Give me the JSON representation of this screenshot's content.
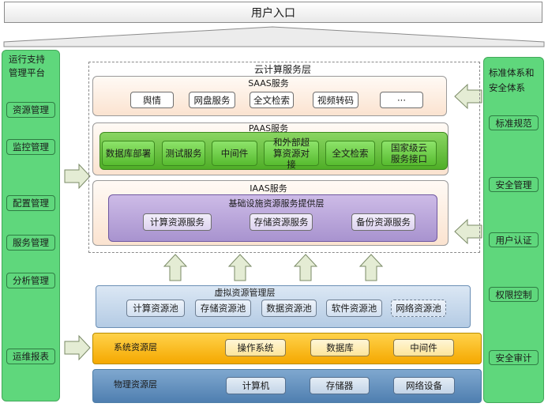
{
  "title": "用户入口",
  "left_panel": {
    "title": "运行支持管理平台",
    "items": [
      "资源管理",
      "监控管理",
      "配置管理",
      "服务管理",
      "分析管理",
      "运维报表"
    ]
  },
  "right_panel": {
    "title": "标准体系和安全体系",
    "items": [
      "标准规范",
      "安全管理",
      "用户认证",
      "权限控制",
      "安全审计"
    ]
  },
  "cloud_layer": {
    "title": "云计算服务层",
    "saas": {
      "title": "SAAS服务",
      "items": [
        "舆情",
        "网盘服务",
        "全文检索",
        "视频转码",
        "···"
      ]
    },
    "paas": {
      "title": "PAAS服务",
      "items": [
        "数据库部署",
        "测试服务",
        "中间件",
        "和外部超算资源对接",
        "全文检索",
        "国家级云服务接口"
      ]
    },
    "iaas": {
      "title": "IAAS服务",
      "subtitle": "基础设施资源服务提供层",
      "items": [
        "计算资源服务",
        "存储资源服务",
        "备份资源服务"
      ]
    }
  },
  "virtual_layer": {
    "title": "虚拟资源管理层",
    "items": [
      "计算资源池",
      "存储资源池",
      "数据资源池",
      "软件资源池",
      "网络资源池"
    ]
  },
  "system_layer": {
    "title": "系统资源层",
    "items": [
      "操作系统",
      "数据库",
      "中间件"
    ]
  },
  "physical_layer": {
    "title": "物理资源层",
    "items": [
      "计算机",
      "存储器",
      "网络设备"
    ]
  },
  "colors": {
    "green_panel": "#5fd77c",
    "paas_green": "#57bb2f",
    "iaas_lavender": "#a893cf",
    "virtual_blue": "#b4cbe4",
    "system_yellow": "#f5a800",
    "physical_blue": "#4f7fb0",
    "arrow_fill": "#e4ecd4"
  }
}
